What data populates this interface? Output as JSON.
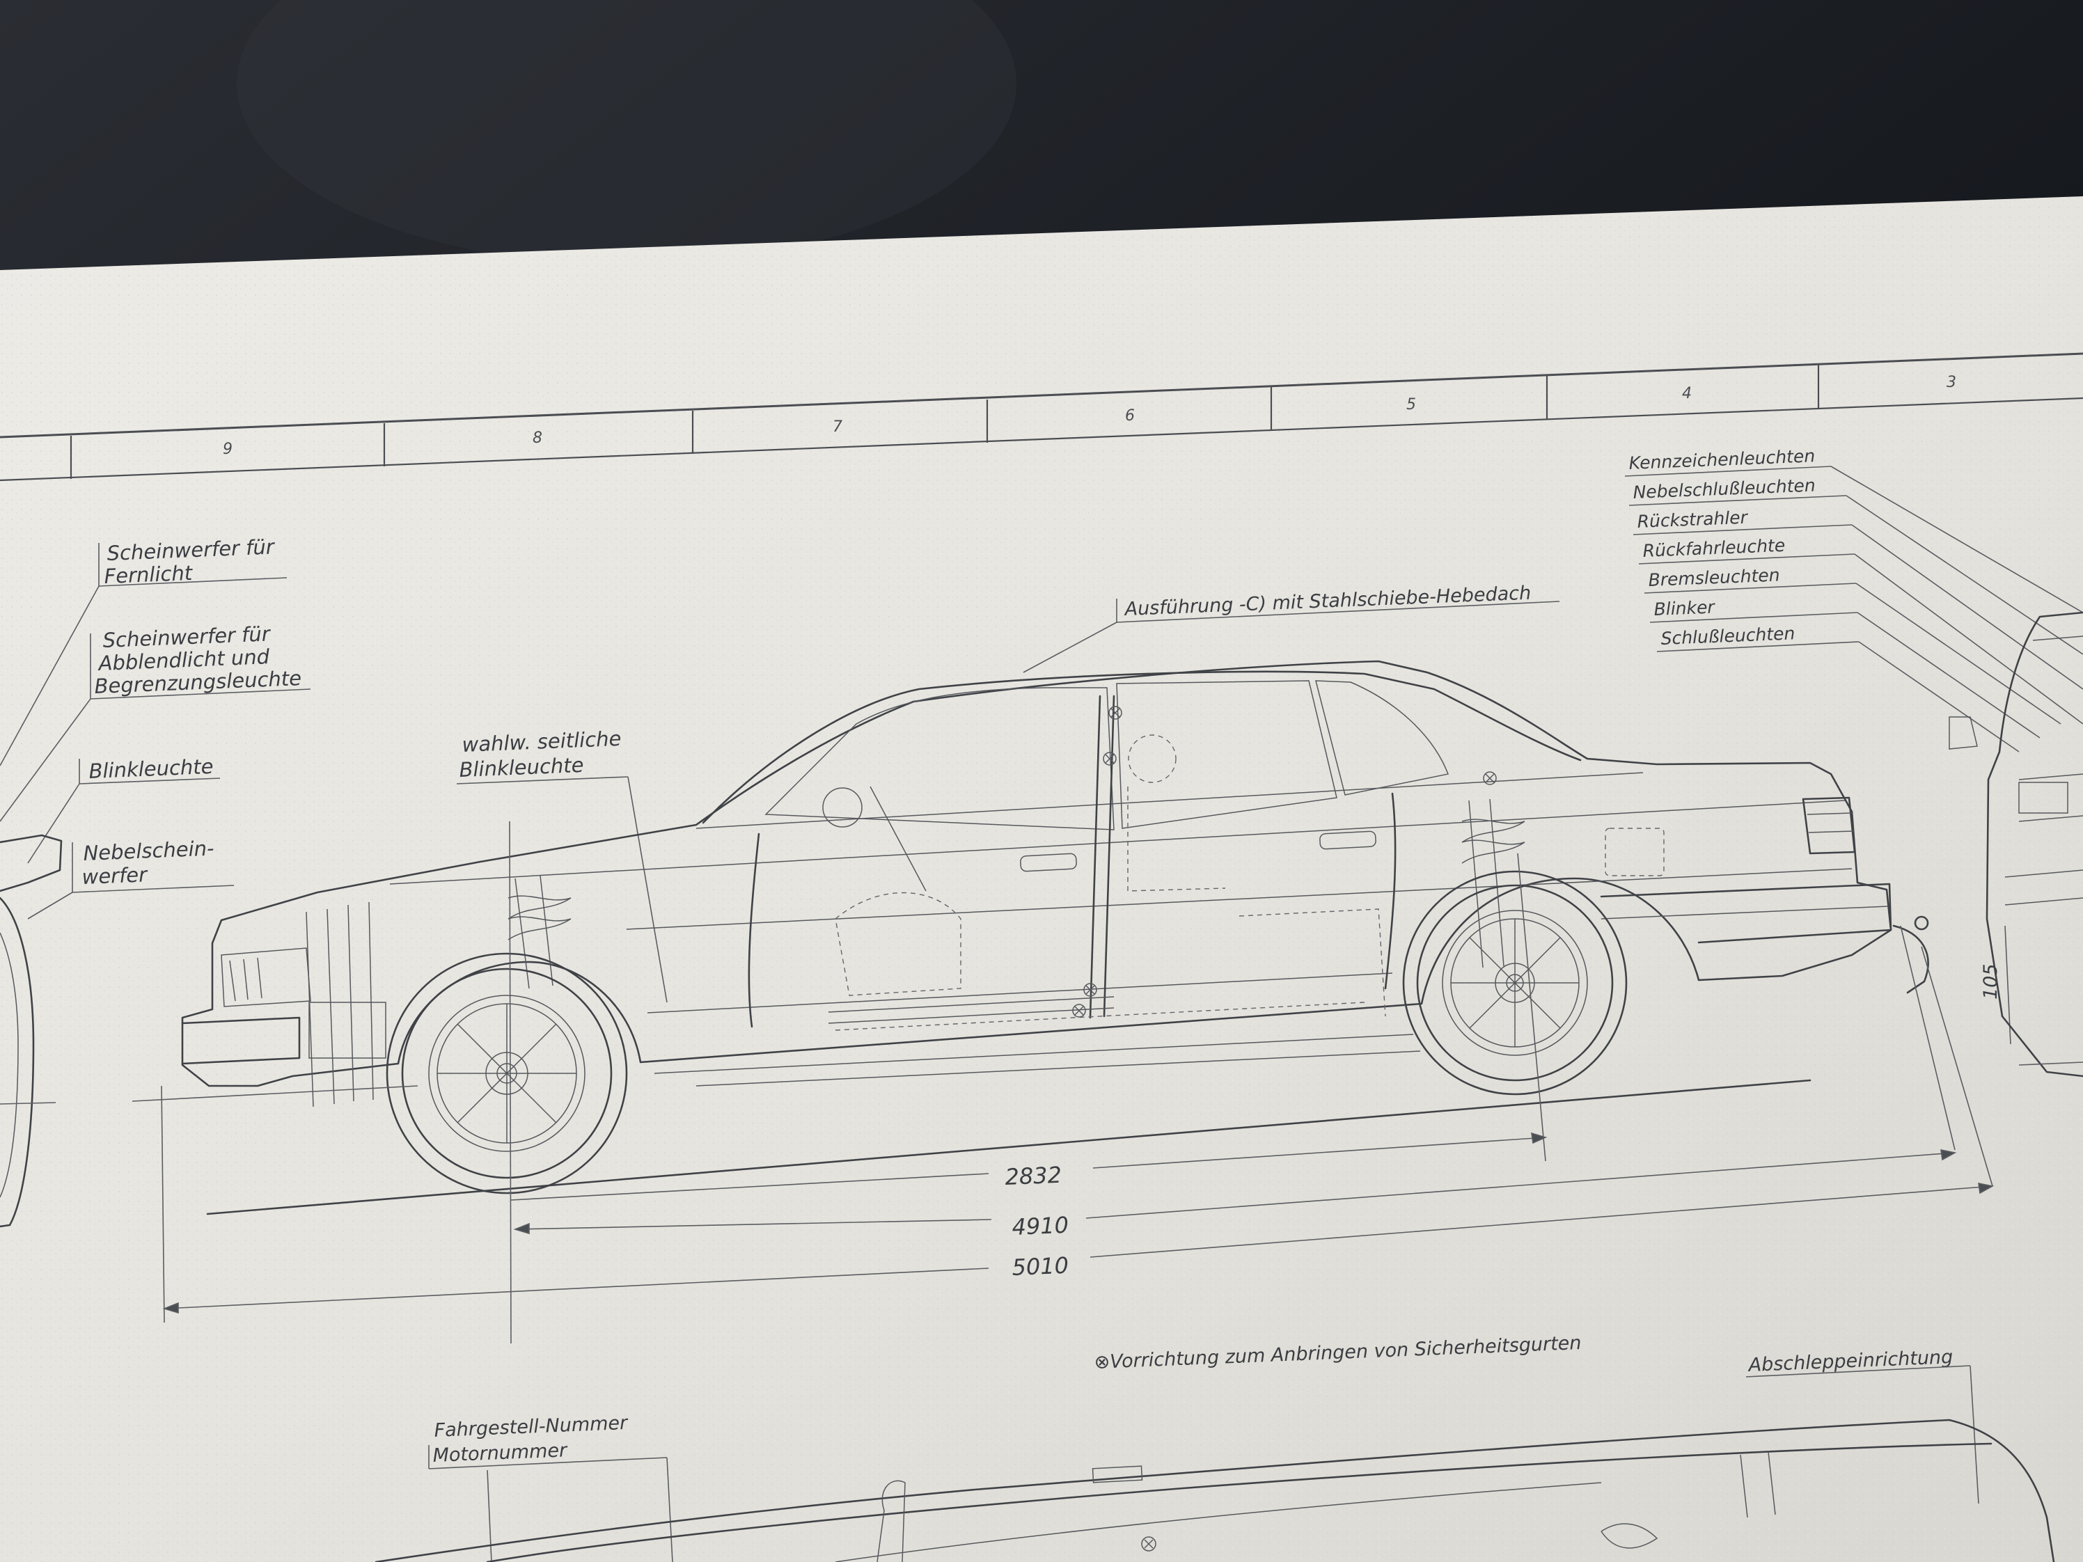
{
  "zone_numbers": [
    "9",
    "8",
    "7",
    "6",
    "5",
    "4",
    "3"
  ],
  "labels": {
    "fernlicht": [
      "Scheinwerfer für",
      "Fernlicht"
    ],
    "abblendlicht": [
      "Scheinwerfer für",
      "Abblendlicht und",
      "Begrenzungsleuchte"
    ],
    "blinkleuchte": "Blinkleuchte",
    "nebelscheinwerfer": [
      "Nebelschein-",
      "werfer"
    ],
    "seitliche_blinkleuchte": [
      "wahlw. seitliche",
      "Blinkleuchte"
    ],
    "hebedach": "Ausführung -C) mit Stahlschiebe-Hebedach",
    "rear_lights": [
      "Kennzeichenleuchten",
      "Nebelschlußleuchten",
      "Rückstrahler",
      "Rückfahrleuchte",
      "Bremsleuchten",
      "Blinker",
      "Schlußleuchten"
    ],
    "sicherheitsgurte": "⊗Vorrichtung zum Anbringen von Sicherheitsgurten",
    "abschlepp": "Abschleppeinrichtung",
    "fahrgestell": [
      "Fahrgestell-Nummer",
      "Motornummer"
    ]
  },
  "dimensions": {
    "wheelbase": "2832",
    "length_a": "4910",
    "length_b": "5010",
    "rear_height": "105"
  },
  "colors": {
    "paper": "#e9e7e1",
    "ink": "#3a3d42",
    "background": "#1e2128"
  }
}
